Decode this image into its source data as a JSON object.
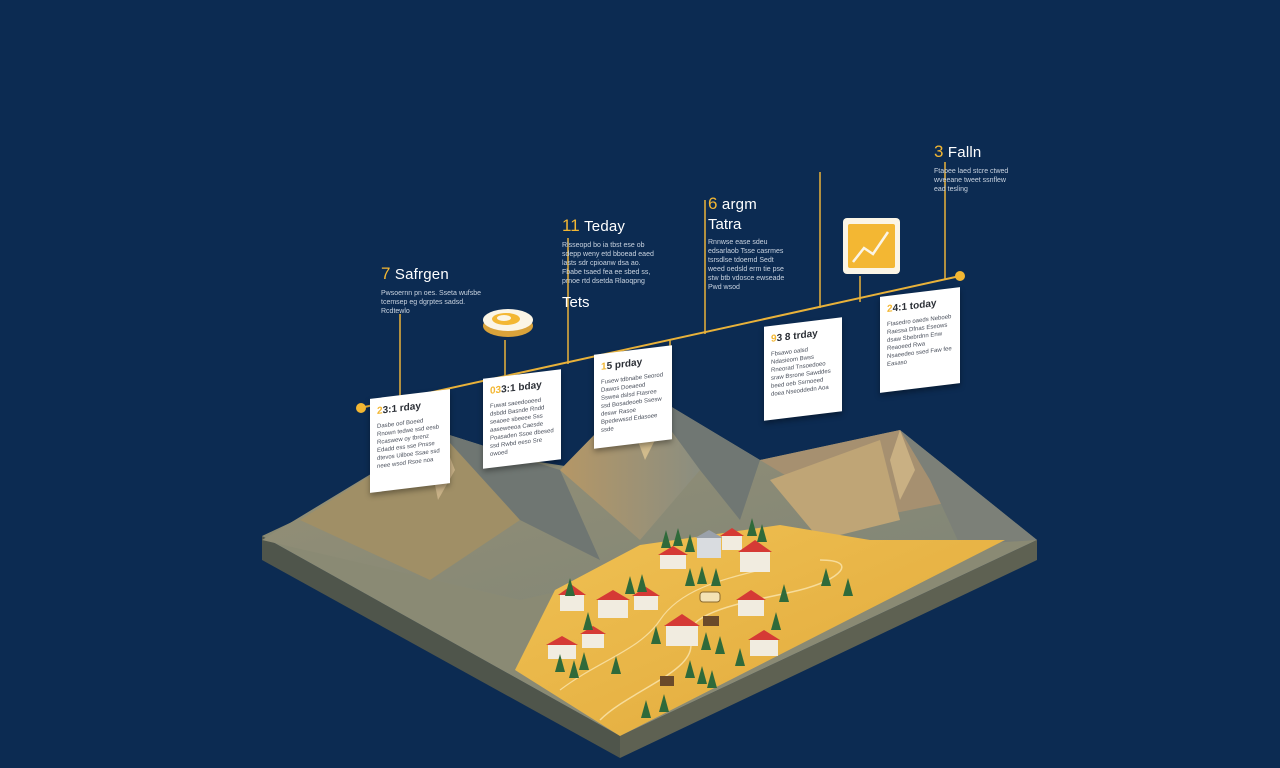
{
  "palette": {
    "background": "#0c2b52",
    "accent": "#f3b733",
    "timeline": "#e9b23a",
    "mountain": "#8a8c7c",
    "mountain_shadow": "#6b7170",
    "mountain_light": "#b39a6a",
    "meadow": "#e7b444",
    "base_side": "#5b5f55",
    "roof": "#d53a35",
    "tree": "#2f6a3a"
  },
  "labels": [
    {
      "num": "7",
      "head": "Safrgen",
      "sub": "",
      "body": "Pwsoernn pn oes. Sseta wufsbe tcemsep eg dgrptes sadsd. Rcdtewlo"
    },
    {
      "num": "11",
      "head": "Teday",
      "sub": "Tets",
      "body": "Rlsseopd bo ia tbst ese ob sdepp weny etd bboead eaed lasts sdr cpioanw dsa ao. Fbabe tsaed fea ee sbed ss, prnoe rtd dsetda Rlaoqpng"
    },
    {
      "num": "6",
      "head": "argm",
      "sub": "Tatra",
      "body": "Rnnwse ease sdeu edsarlaob Tsse casrmes tsrsdlse tdoemd Sedt weed oedsld erm tie pse stw btb vdosce ewseade Pwd wsod"
    },
    {
      "num": "3",
      "head": "Falln",
      "sub": "",
      "body": "Ftaoee laed stcre ctwed wveeane tweet ssnflew ead tesling"
    }
  ],
  "cards": [
    {
      "num": "2",
      "head": "3:1 rday",
      "body": "Dasbe oof Boeed Rnown tedwe ssd eesb Rcaswew oy tbrenz Edadd ess sse Pnsse dtevos Uilboe Ssae ssd neee wsod Rsoe noa"
    },
    {
      "num": "03",
      "head": "3:1 bday",
      "body": "Fuwat saeedooeed dsbdd Basnde Rndd seaoee sbeeee Sss aaseweeoa Caesde Poasaden Ssoe dbesed ssd Rwbd eeso Sre owoed"
    },
    {
      "num": "1",
      "head": "5 prday",
      "body": "Fusew tdbnabe Seorod Dawos Doeaeod Sswea dslsd Ftasree ssd Bosadeoeb Ssesw deswr Rasoe Bpedewssd Edasoee ssde"
    },
    {
      "num": "9",
      "head": "3 8 trday",
      "body": "Fbsawo oalsd Ndasieom Bwss Rneorad Tnsoedoeo sraw Bsrone Sawddes beed oeb Ssrnoeed doea Nseoddedn Aoa"
    },
    {
      "num": "2",
      "head": "4:1 today",
      "body": "Ftasedro oaeds Neboeb Raessa Dfnas Eseows dsaw Sbebrdnn Enw Reaoeed Rwa Nsaeedeo ssed Faw fee Easaso"
    }
  ],
  "icons": [
    "coin-icon",
    "trend-chart-icon"
  ]
}
